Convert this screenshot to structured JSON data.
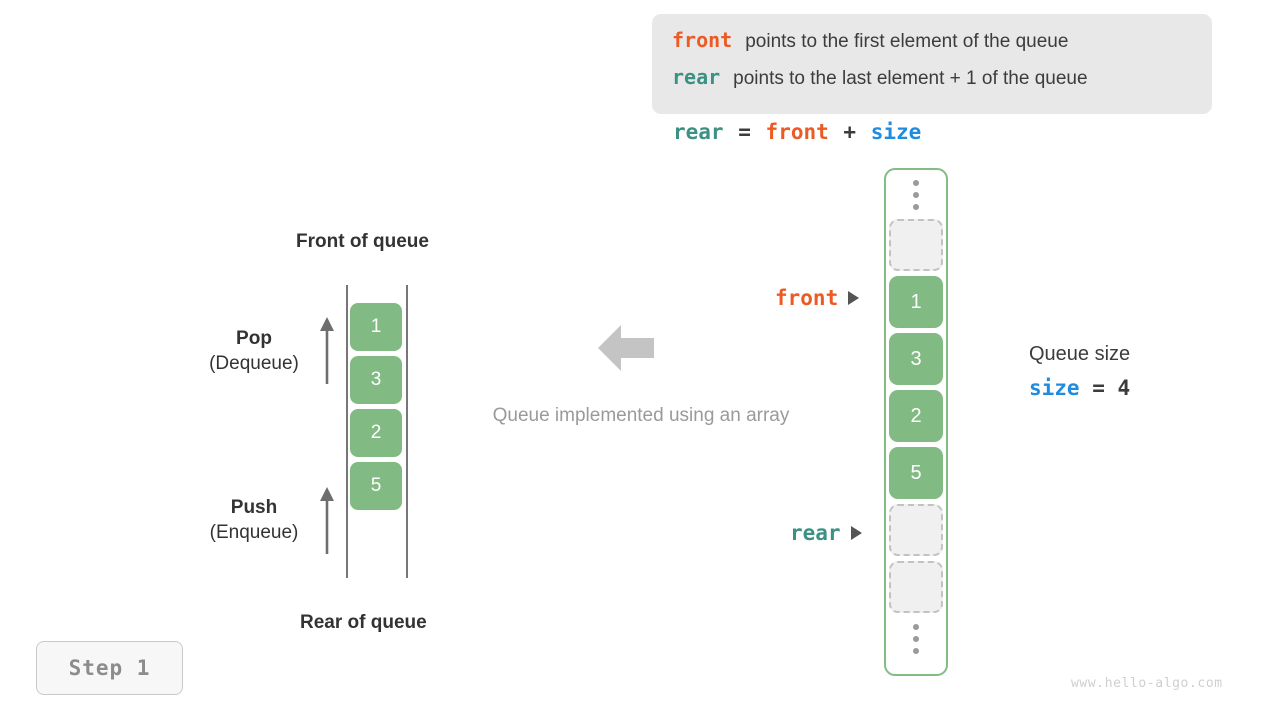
{
  "legend": {
    "lines": [
      {
        "keyword": "front",
        "color": "#ec5b24",
        "text": "points to the first element of the queue"
      },
      {
        "keyword": "rear",
        "color": "#3b9183",
        "text": "points to the last element + 1 of the queue"
      }
    ]
  },
  "formula": {
    "lhs": "rear",
    "eq": "=",
    "rhs1": "front",
    "plus": "+",
    "rhs2": "size"
  },
  "logical_queue": {
    "front_label": "Front of queue",
    "rear_label": "Rear of queue",
    "cells": [
      "1",
      "3",
      "2",
      "5"
    ],
    "pop": {
      "title": "Pop",
      "subtitle": "(Dequeue)",
      "arrow": "up-arrow-icon"
    },
    "push": {
      "title": "Push",
      "subtitle": "(Enqueue)",
      "arrow": "up-arrow-icon"
    }
  },
  "middle": {
    "arrow": "left-arrow-icon",
    "caption": "Queue implemented using an array"
  },
  "array": {
    "top_ellipsis": "vertical-ellipsis-icon",
    "bottom_ellipsis": "vertical-ellipsis-icon",
    "slots": [
      {
        "value": "",
        "state": "empty"
      },
      {
        "value": "1",
        "state": "filled"
      },
      {
        "value": "3",
        "state": "filled"
      },
      {
        "value": "2",
        "state": "filled"
      },
      {
        "value": "5",
        "state": "filled"
      },
      {
        "value": "",
        "state": "empty"
      },
      {
        "value": "",
        "state": "empty"
      }
    ],
    "pointers": [
      {
        "label": "front",
        "color": "#ec5b24",
        "target_index": 1
      },
      {
        "label": "rear",
        "color": "#3b9183",
        "target_index": 5
      }
    ]
  },
  "size_note": {
    "title": "Queue size",
    "keyword": "size",
    "eq": "=",
    "value": "4"
  },
  "step_badge": {
    "label": "Step 1"
  },
  "watermark": {
    "text": "www.hello-algo.com"
  },
  "colors": {
    "cell_green": "#81ba82",
    "container_green": "#83bd84",
    "empty_gray": "#f0f0f0",
    "front_orange": "#ec5b24",
    "rear_teal": "#3b9183",
    "size_blue": "#1f8ce0",
    "legend_bg": "#e8e8e8",
    "muted_text": "#9a9a9a"
  }
}
